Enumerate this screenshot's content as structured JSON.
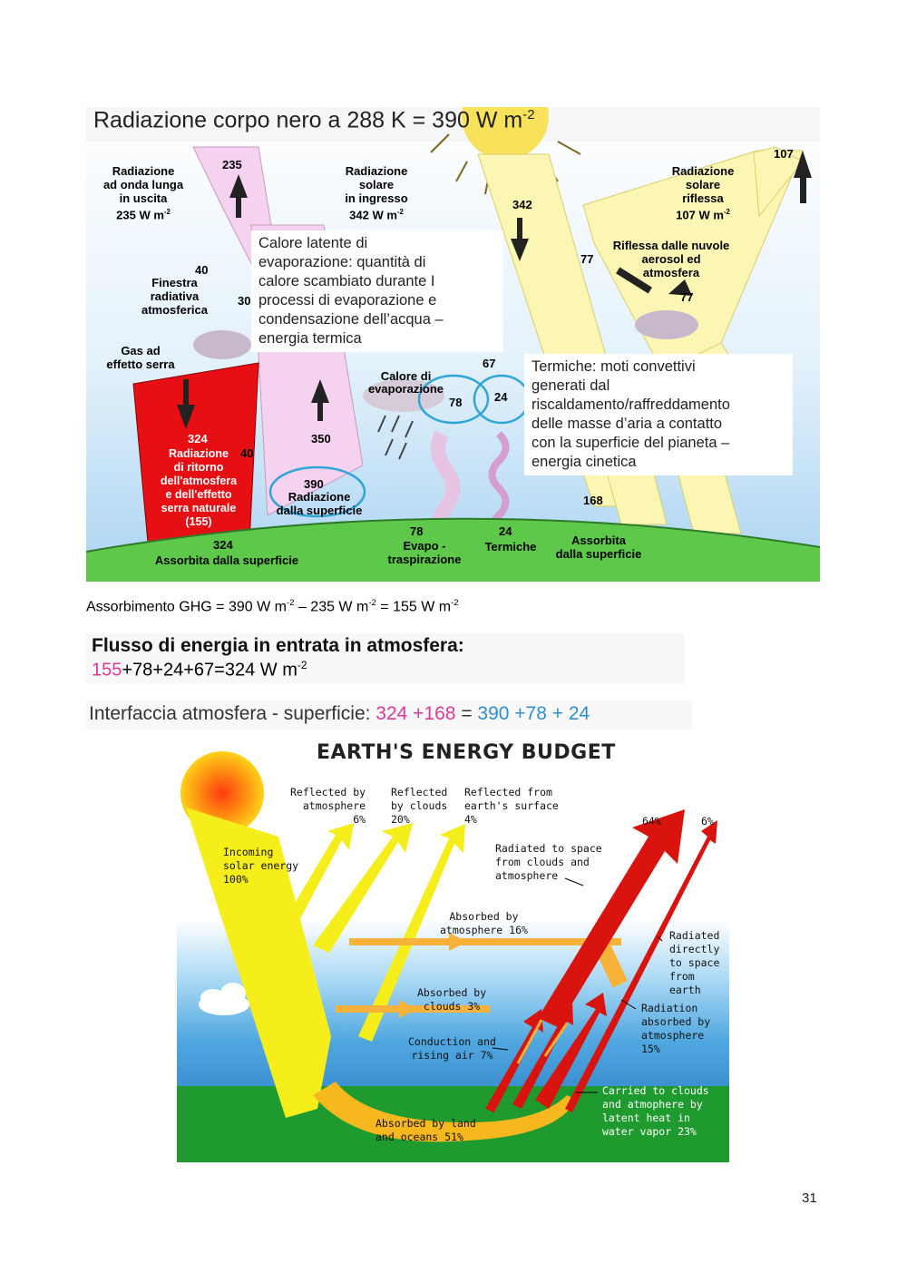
{
  "figure1": {
    "title": "Radiazione corpo nero a 288 K   = 390 W m",
    "title_exp": "-2",
    "labels": {
      "outgoing_longwave": "Radiazione\nad onda lunga\nin uscita",
      "outgoing_longwave_value": "235 W m",
      "incoming_solar": "Radiazione\nsolare\nin ingresso",
      "incoming_solar_value": "342  W m",
      "reflected_solar": "Radiazione\nsolare\nriflessa",
      "reflected_solar_value": "107 W m",
      "exp": "-2",
      "atm_window": "Finestra\nradiativa\natmosferica",
      "greenhouse_gas": "Gas ad\neffetto serra",
      "reflected_clouds": "Riflessa dalle nuvole\naerosol ed\natmosfera",
      "back_radiation": "Radiazione\ndi ritorno\ndell'atmosfera\ne dell'effetto\nserra naturale\n(155)",
      "surface_radiation": "Radiazione\ndalla superficie",
      "evaporation_heat": "Calore di\nevaporazione",
      "evapo": "Evapo -\ntraspirazione",
      "thermals": "Termiche",
      "absorbed_surface_left": "Assorbita dalla superficie",
      "absorbed_surface_right": "Assorbita\ndalla superficie"
    },
    "numbers": {
      "n235": "235",
      "n107": "107",
      "n342": "342",
      "n40a": "40",
      "n30": "30",
      "n77a": "77",
      "n77b": "77",
      "n67": "67",
      "n78": "78",
      "n24": "24",
      "n324": "324",
      "n350": "350",
      "n40b": "40",
      "n390": "390",
      "n168": "168",
      "n324b": "324",
      "n78b": "78",
      "n24b": "24"
    },
    "note_latent": "Calore latente di\nevaporazione: quantità di\ncalore scambiato durante I\nprocessi di evaporazione e\ncondensazione dell’acqua –\nenergia termica",
    "note_thermals": "Termiche: moti convettivi\ngenerati dal\nriscaldamento/raffreddamento\ndelle masse d’aria a contatto\ncon la superficie del pianeta –\nenergia cinetica"
  },
  "ghg_line": {
    "prefix": "Assorbimento GHG = 390 W m",
    "mid1": " – 235 W m",
    "mid2": " = 155 W m",
    "exp": "-2"
  },
  "flux": {
    "title": "Flusso di energia in entrata in atmosfera:",
    "pink": "155",
    "rest": "+78+24+67=324 W m",
    "exp": "-2"
  },
  "interface": {
    "label": "Interfaccia atmosfera - superficie: ",
    "pink": "324 +168",
    "eq": " = ",
    "blue": "390 +78 + 24"
  },
  "figure2": {
    "title": "EARTH'S ENERGY BUDGET",
    "labels": {
      "incoming": "Incoming\nsolar energy\n100%",
      "refl_atm": "Reflected by\natmosphere\n6%",
      "refl_clouds": "Reflected\nby clouds\n20%",
      "refl_surface": "Reflected from\nearth's surface\n4%",
      "p64": "64%",
      "p6": "6%",
      "radiated_space": "Radiated to space\nfrom clouds and\natmosphere",
      "abs_atm": "Absorbed by\natmosphere 16%",
      "radiated_direct": "Radiated\ndirectly\nto space\nfrom earth",
      "abs_clouds": "Absorbed by\nclouds 3%",
      "radiation_abs": "Radiation\nabsorbed by\natmosphere\n15%",
      "conduction": "Conduction and\nrising air 7%",
      "carried": "Carried to clouds\nand atmophere by\nlatent heat in\nwater vapor 23%",
      "abs_land": "Absorbed by land\nand oceans 51%"
    }
  },
  "page_number": "31"
}
